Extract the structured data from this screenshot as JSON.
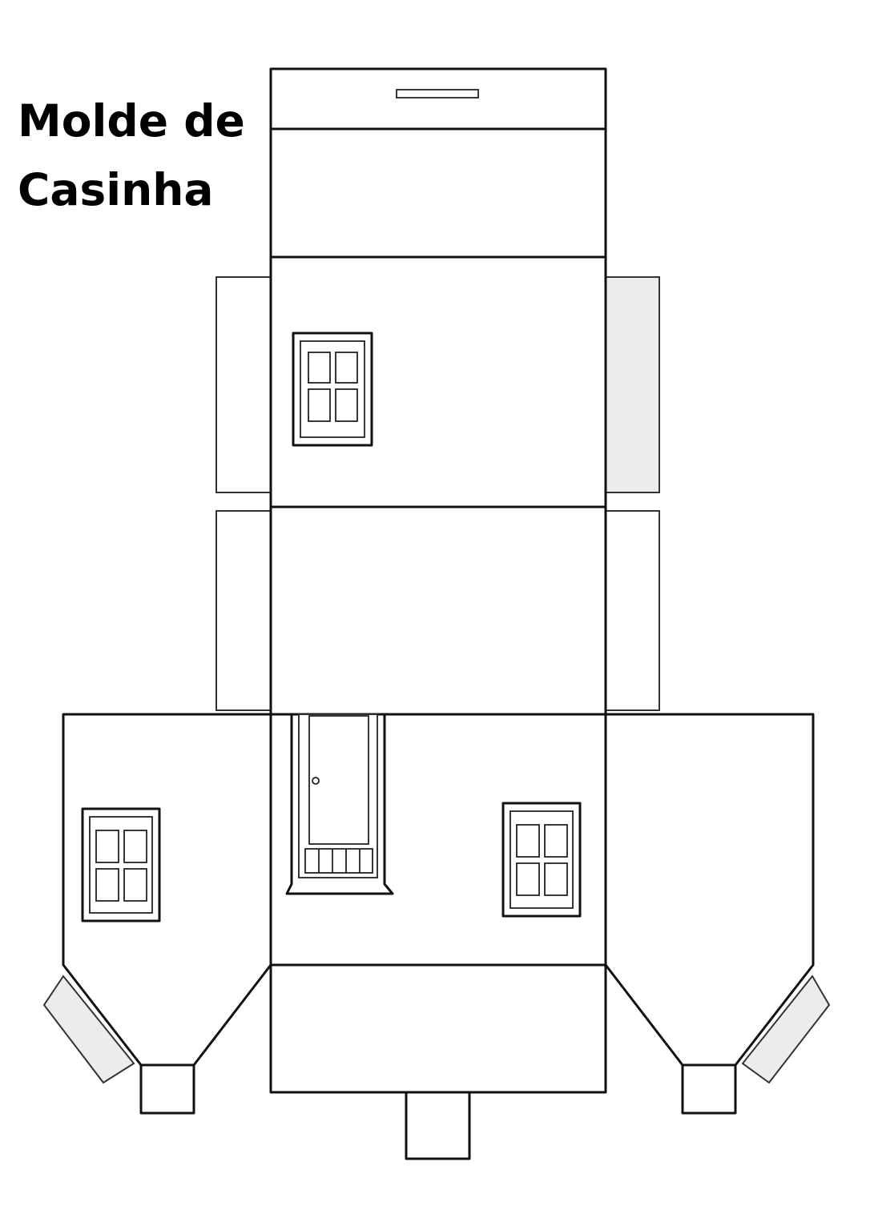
{
  "title": {
    "line1": "Molde de",
    "line2": "Casinha"
  },
  "colors": {
    "outline": "#111111",
    "paper": "#ffffff",
    "glue_tab_shade": "#ececec"
  },
  "template": {
    "windows": 3,
    "doors": 1,
    "roof_slot": 1
  }
}
